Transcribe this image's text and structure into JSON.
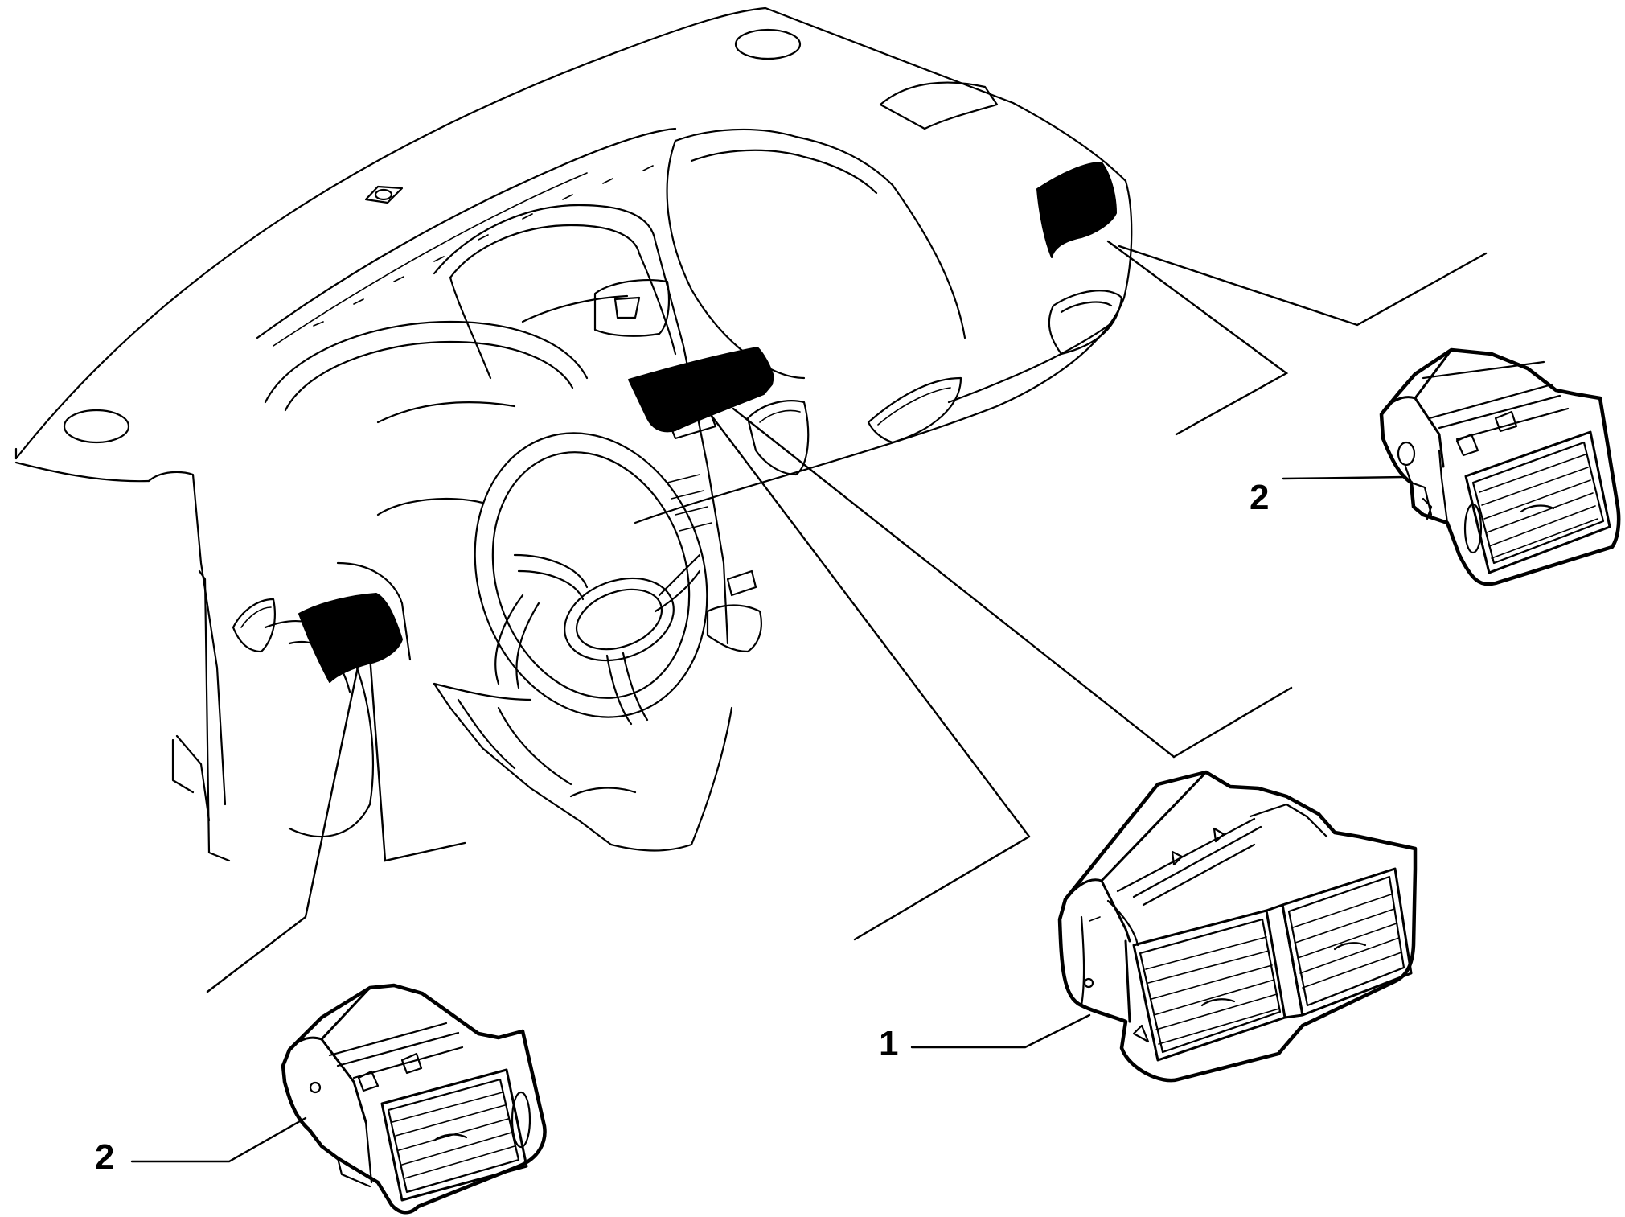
{
  "callouts": [
    {
      "id": "vent-central",
      "label": "1"
    },
    {
      "id": "vent-right",
      "label": "2"
    },
    {
      "id": "vent-left",
      "label": "2"
    }
  ]
}
